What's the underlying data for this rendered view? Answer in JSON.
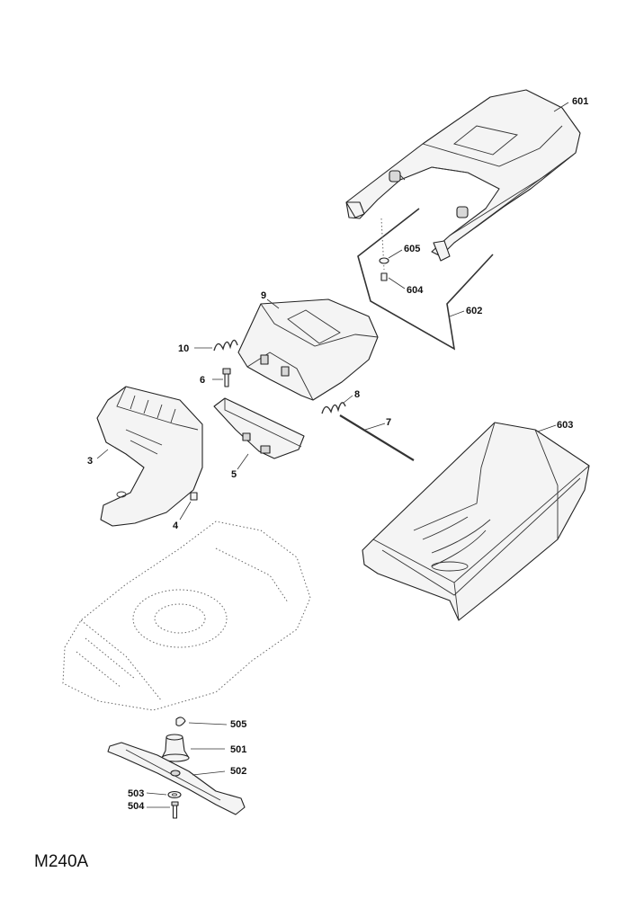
{
  "figure_code": "M240A",
  "callouts": {
    "c601": "601",
    "c602": "602",
    "c603": "603",
    "c604": "604",
    "c605": "605",
    "c9": "9",
    "c10": "10",
    "c6": "6",
    "c8": "8",
    "c7": "7",
    "c3": "3",
    "c5": "5",
    "c4": "4",
    "c505": "505",
    "c501": "501",
    "c502": "502",
    "c503": "503",
    "c504": "504"
  }
}
